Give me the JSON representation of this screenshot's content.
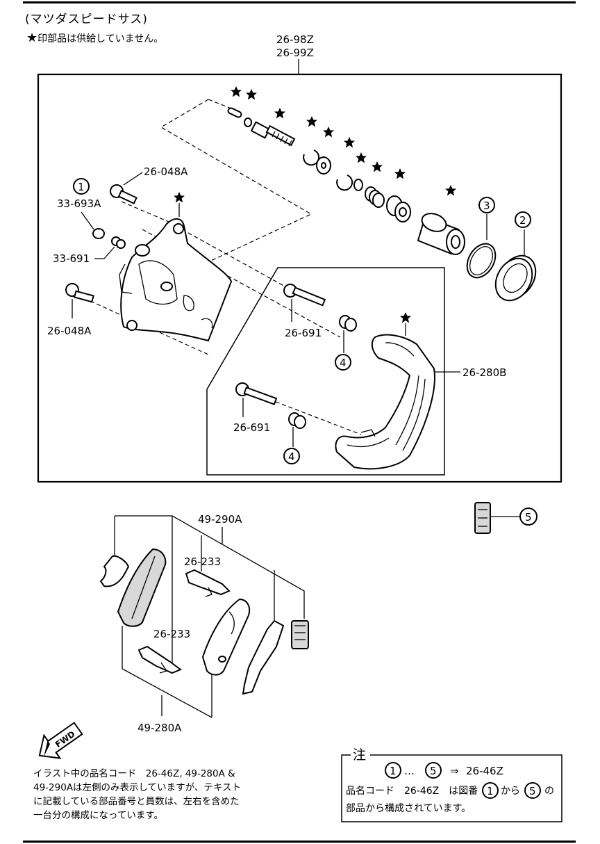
{
  "header": {
    "title": "(マツダスピードサス)",
    "star_note": "印部品は供給していません。"
  },
  "labels": {
    "caliper_assy_1": "26-98Z",
    "caliper_assy_2": "26-99Z",
    "bolt_top": "26-048A",
    "bolt_bottom": "26-048A",
    "circle_1": "1",
    "bleeder_cap": "33-693A",
    "bleeder_screw": "33-691",
    "guide_pin_top": "26-691",
    "guide_pin_bottom": "26-691",
    "circle_4_top": "4",
    "circle_4_bottom": "4",
    "mounting_bracket": "26-280B",
    "circle_3": "3",
    "circle_2": "2",
    "pad_set_upper": "49-290A",
    "pad_set_lower": "49-280A",
    "clip_upper": "26-233",
    "clip_lower": "26-233",
    "circle_5": "5",
    "fwd": "FWD"
  },
  "footer_note": {
    "line1": "イラスト中の品名コード　26-46Z, 49-280A &",
    "line2": "49-290Aは左側のみ表示していますが、テキスト",
    "line3": "に記載している部品番号と員数は、左右を含めた",
    "line4": "一台分の構成になっています。"
  },
  "memo": {
    "title": "注",
    "range_from": "1",
    "range_dots": "…",
    "range_to": "5",
    "arrow": "⇒",
    "range_code": "26-46Z",
    "line2_a": "品名コード　26-46Z　は図番",
    "line2_from": "1",
    "line2_b": "から",
    "line2_to": "5",
    "line2_c": "の",
    "line3": "部品から構成されています。"
  },
  "icons": [
    "star-icon",
    "fwd-arrow-icon",
    "circled-number-icon"
  ]
}
